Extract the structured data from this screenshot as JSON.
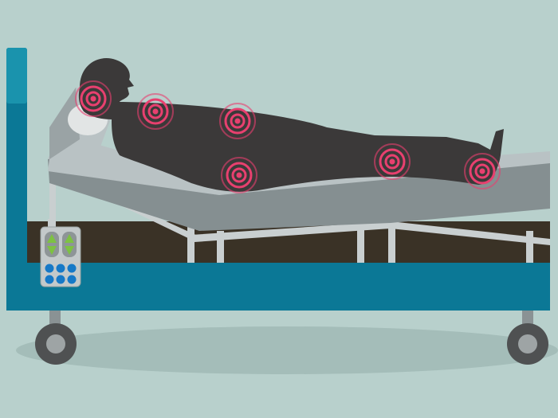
{
  "colors": {
    "background": "#b8d0cc",
    "bed_frame": "#0b7896",
    "headboard_top": "#1a93ad",
    "base": "#3a3226",
    "mattress_side": "#858f91",
    "mattress_top": "#b9c2c4",
    "legs": "#c9cfd0",
    "person": "#3b3939",
    "pain_marker": "#e8406f",
    "remote_arrows": "#7dc242",
    "remote_buttons": "#1679c7",
    "wheel": "#555555"
  },
  "pain_points": [
    "head",
    "shoulder",
    "chest",
    "hip",
    "knee",
    "ankle"
  ],
  "remote": {
    "arrow_pairs": 2,
    "buttons": 6
  }
}
